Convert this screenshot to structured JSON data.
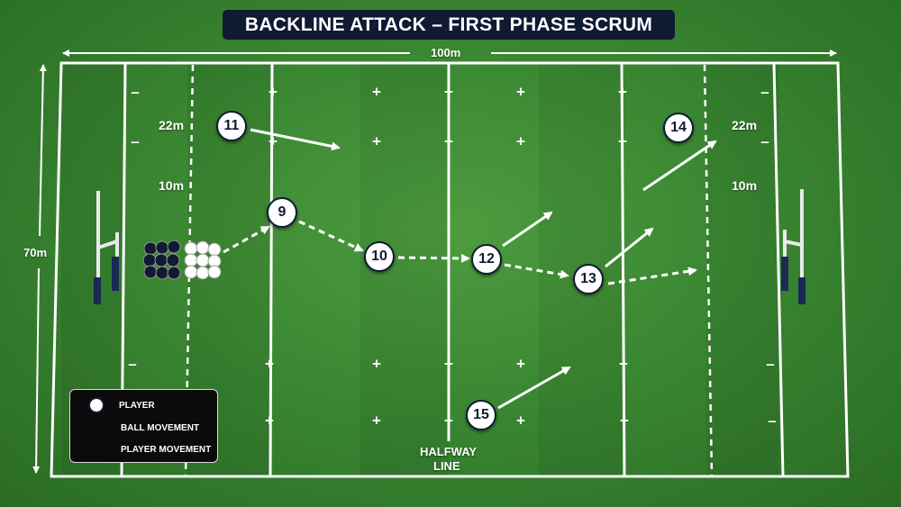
{
  "title": "BACKLINE ATTACK – FIRST PHASE SCRUM",
  "dimensions": {
    "width_label": "100m",
    "height_label": "70m"
  },
  "field_labels": {
    "left_22": "22m",
    "left_10": "10m",
    "right_22": "22m",
    "right_10": "10m",
    "halfway_line_1": "HALFWAY",
    "halfway_line_2": "LINE"
  },
  "players": [
    {
      "number": "11"
    },
    {
      "number": "9"
    },
    {
      "number": "10"
    },
    {
      "number": "12"
    },
    {
      "number": "13"
    },
    {
      "number": "14"
    },
    {
      "number": "15"
    }
  ],
  "legend": {
    "player": "PLAYER",
    "ball_movement": "BALL MOVEMENT",
    "player_movement": "PLAYER MOVEMENT"
  },
  "colors": {
    "team_navy": "#101a33",
    "pitch_green": "#3a8732",
    "line_white": "#ffffff",
    "post_navy": "#1b2a55"
  }
}
